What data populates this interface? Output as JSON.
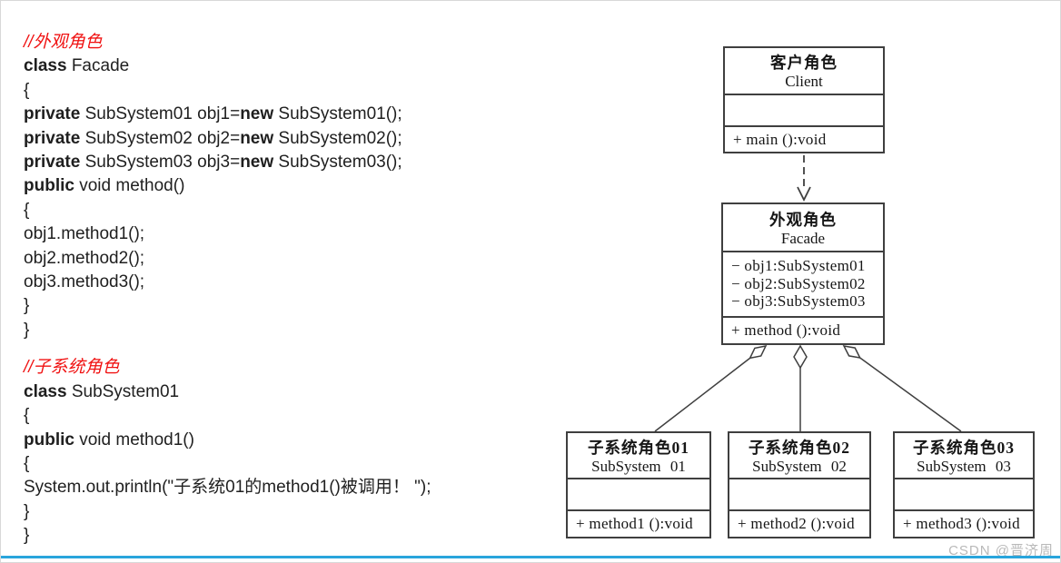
{
  "colors": {
    "comment_red": "#f01212",
    "code_text": "#1f1f1f",
    "diagram_line": "#3f3f3f",
    "bottom_bar_blue": "#29a5dc",
    "watermark_gray": "#b9b9b9"
  },
  "code": {
    "lines": [
      [
        {
          "t": "//外观角色",
          "c": true
        }
      ],
      [
        {
          "t": "class",
          "b": true
        },
        {
          "t": " Facade"
        }
      ],
      [
        {
          "t": "{"
        }
      ],
      [
        {
          "t": "private",
          "b": true
        },
        {
          "t": " SubSystem01 obj1="
        },
        {
          "t": "new",
          "b": true
        },
        {
          "t": " SubSystem01();"
        }
      ],
      [
        {
          "t": "private",
          "b": true
        },
        {
          "t": " SubSystem02 obj2="
        },
        {
          "t": "new",
          "b": true
        },
        {
          "t": " SubSystem02();"
        }
      ],
      [
        {
          "t": "private",
          "b": true
        },
        {
          "t": " SubSystem03 obj3="
        },
        {
          "t": "new",
          "b": true
        },
        {
          "t": " SubSystem03();"
        }
      ],
      [
        {
          "t": "public",
          "b": true
        },
        {
          "t": " void method()"
        }
      ],
      [
        {
          "t": "{"
        }
      ],
      [
        {
          "t": "obj1.method1();"
        }
      ],
      [
        {
          "t": "obj2.method2();"
        }
      ],
      [
        {
          "t": "obj3.method3();"
        }
      ],
      [
        {
          "t": "}"
        }
      ],
      [
        {
          "t": "}"
        }
      ],
      [],
      [
        {
          "t": "//子系统角色",
          "c": true
        }
      ],
      [
        {
          "t": "class",
          "b": true
        },
        {
          "t": " SubSystem01"
        }
      ],
      [
        {
          "t": "{"
        }
      ],
      [
        {
          "t": "public",
          "b": true
        },
        {
          "t": " void method1()"
        }
      ],
      [
        {
          "t": "{"
        }
      ],
      [
        {
          "t": "System.out.println(\"子系统01的method1()被调用！ \");"
        }
      ],
      [
        {
          "t": "}"
        }
      ],
      [
        {
          "t": "}"
        }
      ]
    ]
  },
  "diagram": {
    "client": {
      "title_cn": "客户角色",
      "title_en": "Client",
      "method": "+ main ():void"
    },
    "facade": {
      "title_cn": "外观角色",
      "title_en": "Facade",
      "attributes": [
        "− obj1:SubSystem01",
        "− obj2:SubSystem02",
        "− obj3:SubSystem03"
      ],
      "method": "+ method ():void"
    },
    "subsystems": [
      {
        "title_cn": "子系统角色01",
        "title_en": "SubSystem 01",
        "method": "+ method1 ():void"
      },
      {
        "title_cn": "子系统角色02",
        "title_en": "SubSystem 02",
        "method": "+ method2 ():void"
      },
      {
        "title_cn": "子系统角色03",
        "title_en": "SubSystem 03",
        "method": "+ method3 ():void"
      }
    ],
    "edges": [
      {
        "from": "Client",
        "to": "Facade",
        "type": "dependency-dashed-arrow"
      },
      {
        "from": "Facade",
        "to": "SubSystem 01",
        "type": "aggregation-open-diamond"
      },
      {
        "from": "Facade",
        "to": "SubSystem 02",
        "type": "aggregation-open-diamond"
      },
      {
        "from": "Facade",
        "to": "SubSystem 03",
        "type": "aggregation-open-diamond"
      }
    ]
  },
  "watermark": "CSDN @晋济周"
}
